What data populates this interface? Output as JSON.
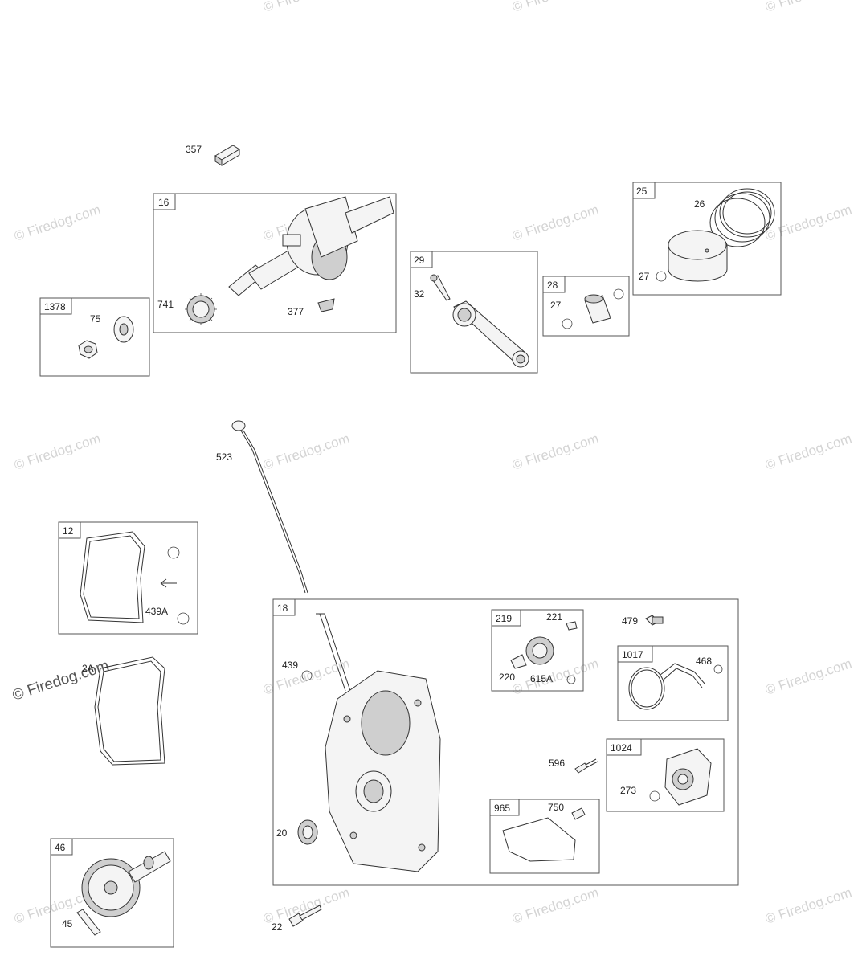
{
  "watermark": {
    "text": "© Firedog.com"
  },
  "groups": {
    "g16": "16",
    "g1378": "1378",
    "g29": "29",
    "g28": "28",
    "g25": "25",
    "g12": "12",
    "g18": "18",
    "g219": "219",
    "g1017": "1017",
    "g1024": "1024",
    "g965": "965",
    "g46": "46"
  },
  "parts": {
    "p357": "357",
    "p741": "741",
    "p377": "377",
    "p75": "75",
    "p32": "32",
    "p27a": "27",
    "p26": "26",
    "p27b": "27",
    "p523": "523",
    "p439A": "439A",
    "p2A": "2A",
    "p439": "439",
    "p20": "20",
    "p221": "221",
    "p220": "220",
    "p615A": "615A",
    "p479": "479",
    "p468": "468",
    "p596": "596",
    "p273": "273",
    "p750": "750",
    "p45": "45",
    "p22": "22"
  }
}
